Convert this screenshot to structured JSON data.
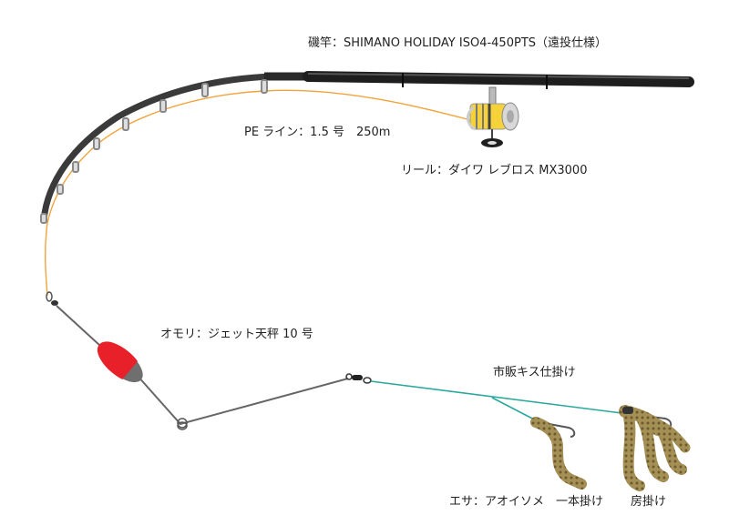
{
  "labels": {
    "rod": "磯竿：SHIMANO HOLIDAY ISO4-450PTS（遠投仕様）",
    "line": "PE ライン：1.5 号　250m",
    "reel": "リール：ダイワ レブロス MX3000",
    "sinker": "オモリ：ジェット天秤 10 号",
    "rig": "市販キス仕掛け",
    "bait": "エサ：アオイソメ　一本掛け",
    "bait_cluster": "房掛け"
  },
  "colors": {
    "rod": "#3a3a3a",
    "line": "#f2a33a",
    "leader": "#2aa89e",
    "tenbin_wire": "#666666",
    "sinker_red": "#e8202a",
    "sinker_gray": "#6f6f6f",
    "reel_spool": "#f5d13a",
    "worm": "#9a8a55"
  },
  "icons": {
    "rod": "fishing-rod-icon",
    "reel": "spinning-reel-icon",
    "sinker": "jet-sinker-icon",
    "swivel": "swivel-icon",
    "hook": "hook-icon",
    "worm": "worm-icon"
  }
}
